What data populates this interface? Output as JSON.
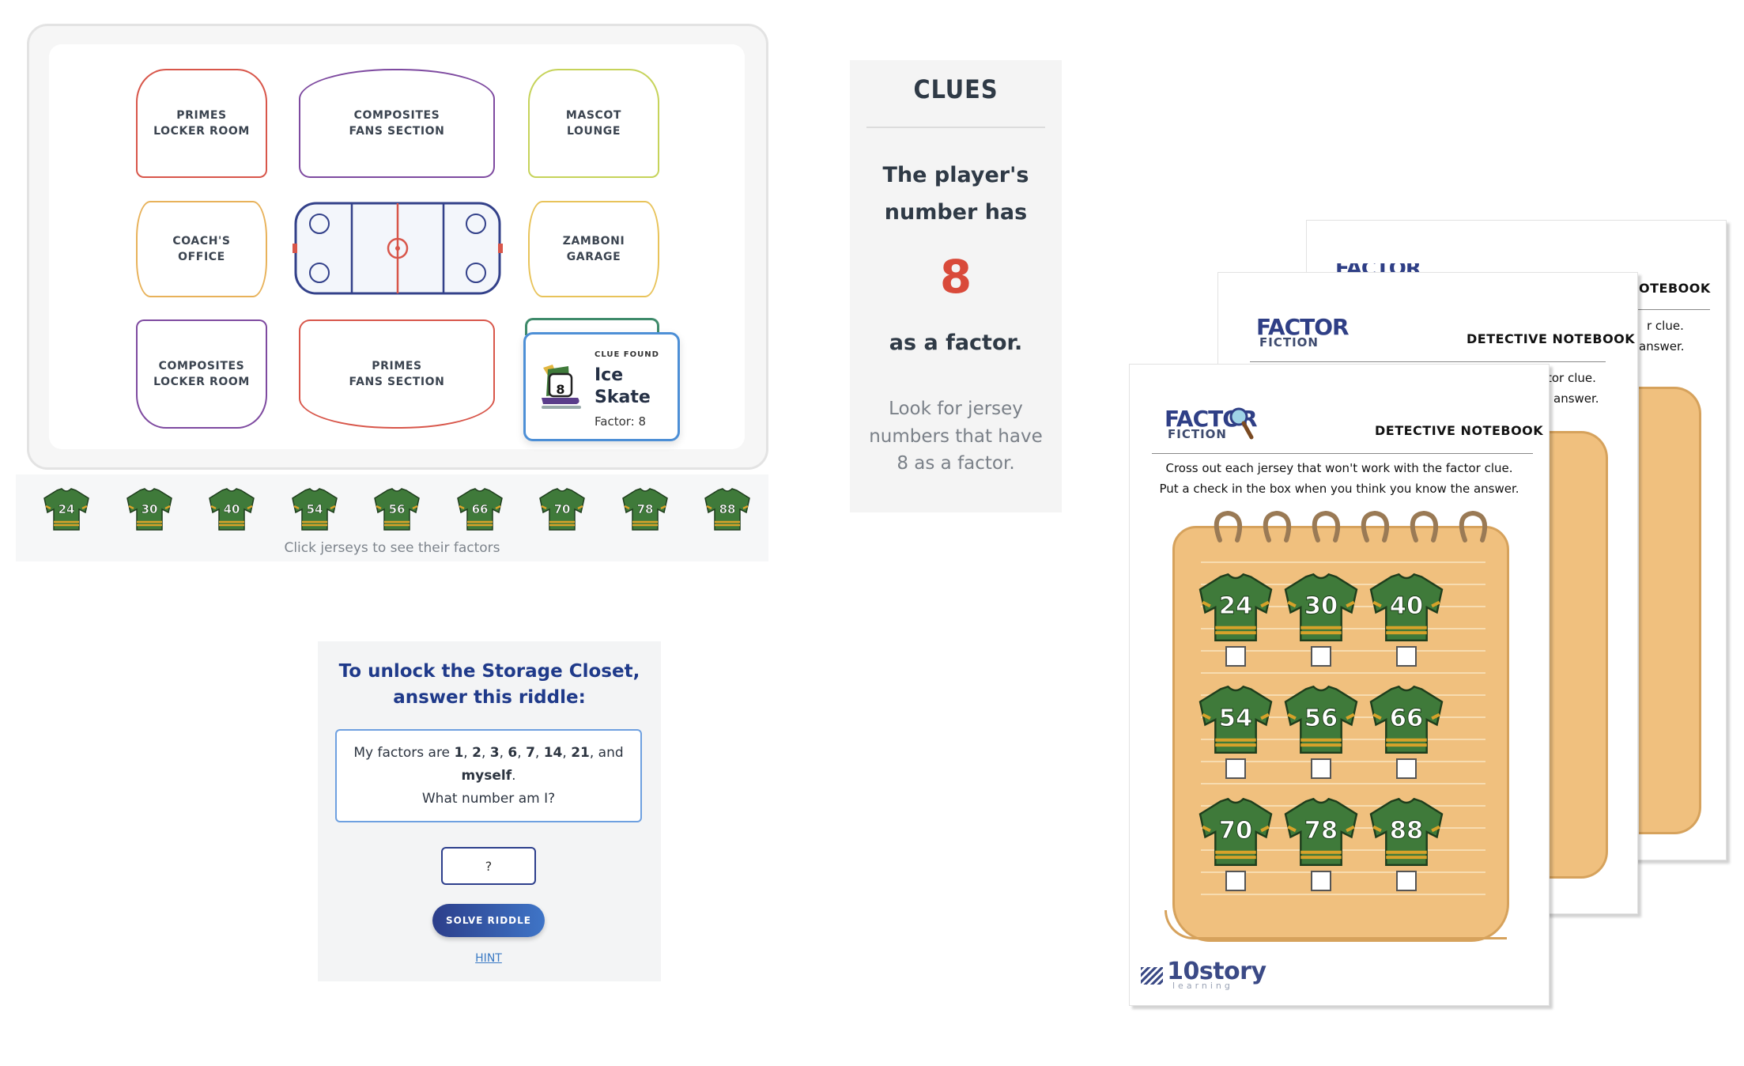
{
  "map": {
    "rooms": [
      {
        "label": "PRIMES\nLOCKER ROOM",
        "color": "#d8564a"
      },
      {
        "label": "COMPOSITES\nFANS SECTION",
        "color": "#7e4aa0"
      },
      {
        "label": "MASCOT\nLOUNGE",
        "color": "#c6d35a"
      },
      {
        "label": "COACH'S\nOFFICE",
        "color": "#e8b25a"
      },
      {
        "label": "ZAMBONI\nGARAGE",
        "color": "#e8c35a"
      },
      {
        "label": "COMPOSITES\nLOCKER ROOM",
        "color": "#7e4aa0"
      },
      {
        "label": "PRIMES\nFANS SECTION",
        "color": "#d8564a"
      }
    ],
    "rink_color": "#33418a",
    "rink_center_color": "#d8564a",
    "clue_card": {
      "badge": "CLUE FOUND",
      "name": "Ice Skate",
      "factor_text": "Factor: 8",
      "icon_number": "8",
      "border_color": "#4d8fd6"
    }
  },
  "jerseys": {
    "numbers": [
      "24",
      "30",
      "40",
      "54",
      "56",
      "66",
      "70",
      "78",
      "88"
    ],
    "caption": "Click jerseys to see their factors",
    "jersey_color": "#3f7a3a",
    "trim_color": "#d7a22a"
  },
  "riddle": {
    "title_line1": "To unlock the Storage Closet,",
    "title_line2": "answer this riddle:",
    "intro": "My factors are",
    "factors": [
      "1",
      "2",
      "3",
      "6",
      "7",
      "14",
      "21"
    ],
    "and_text": ", and",
    "last": "myself",
    "question": "What number am I?",
    "input_placeholder": "?",
    "solve_label": "SOLVE RIDDLE",
    "hint_label": "HINT"
  },
  "clues": {
    "heading": "CLUES",
    "line1": "The player's number has",
    "number": "8",
    "line2": "as a factor.",
    "hint": "Look for jersey numbers that have 8 as a factor."
  },
  "worksheet": {
    "logo_factor": "FACTOR",
    "logo_fiction": "FICTION",
    "title": "DETECTIVE NOTEBOOK",
    "back_title_fragment": "OTEBOOK",
    "back_clue_fragment": "r clue.",
    "back_answer_fragment": "answer.",
    "mid_clue_fragment": "tor clue.",
    "mid_answer_fragment": "e answer.",
    "instruction1": "Cross out each jersey that won't work with the factor clue.",
    "instruction2": "Put a check in the box when you think you know the answer.",
    "jersey_numbers": [
      "24",
      "30",
      "40",
      "54",
      "56",
      "66",
      "70",
      "78",
      "88"
    ],
    "notebook_color": "#f0c07e",
    "brand": "10story",
    "brand_sub": "learning"
  }
}
